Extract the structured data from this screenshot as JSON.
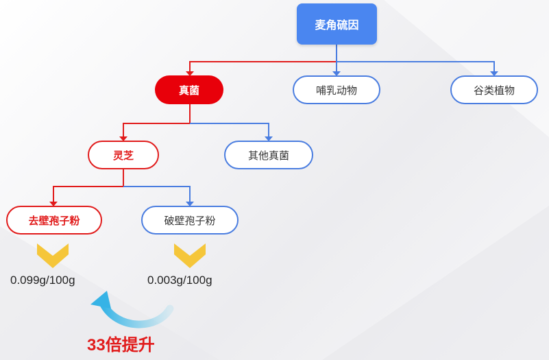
{
  "root": "麦角硫因",
  "level1": {
    "fungi": "真菌",
    "mammal": "哺乳动物",
    "grain": "谷类植物"
  },
  "level2": {
    "lingzhi": "灵芝",
    "other_fungi": "其他真菌"
  },
  "level3": {
    "no_wall_break": "去壁孢子粉",
    "wall_broken": "破壁孢子粉"
  },
  "values": {
    "no_wall_break": "0.099g/100g",
    "wall_broken": "0.003g/100g"
  },
  "gain": "33倍提升",
  "colors": {
    "blue": "#4a7de0",
    "red": "#e11b1b",
    "chevron": "#f5c63a",
    "arrow": "#5bc8ec"
  }
}
